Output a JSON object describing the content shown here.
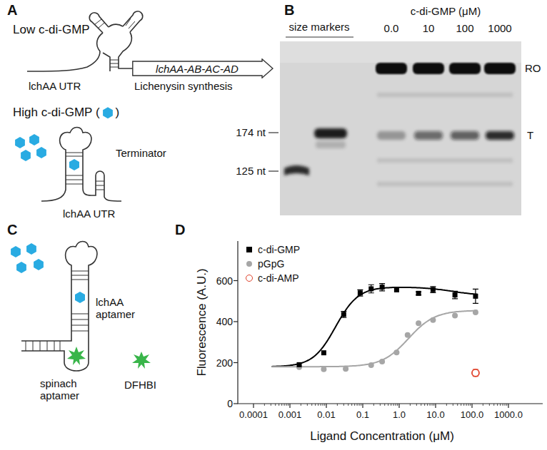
{
  "diagram": {
    "nodes": [
      {
        "text": [
          "lchAA-AB-AC-AD"
        ]
      }
    ],
    "labels": [
      "A",
      "Low c-di-GMP",
      "lchAA UTR",
      "Lichenysin synthesis",
      "High c-di-GMP (",
      ")",
      "Terminator",
      "lchAA UTR",
      "B",
      "size markers",
      "c-di-GMP (μM)",
      "0.0",
      "10",
      "100",
      "1000",
      "174 nt",
      "125 nt",
      "RO",
      "T",
      "C",
      "lchAA aptamer",
      "spinach aptamer",
      "DFHBI",
      "D",
      "Fluorescence (A.U.)",
      "Ligand Concentration (μM)",
      "0",
      "200",
      "400",
      "600",
      "0.0001",
      "0.001",
      "0.01",
      "0.1",
      "1.0",
      "10.0",
      "100.0",
      "1000.0"
    ],
    "legend": [
      {
        "text": "c-di-GMP",
        "color": "#000000"
      },
      {
        "text": "pGpG",
        "color": "#a6a6a6"
      },
      {
        "text": "c-di-AMP"
      }
    ]
  }
}
